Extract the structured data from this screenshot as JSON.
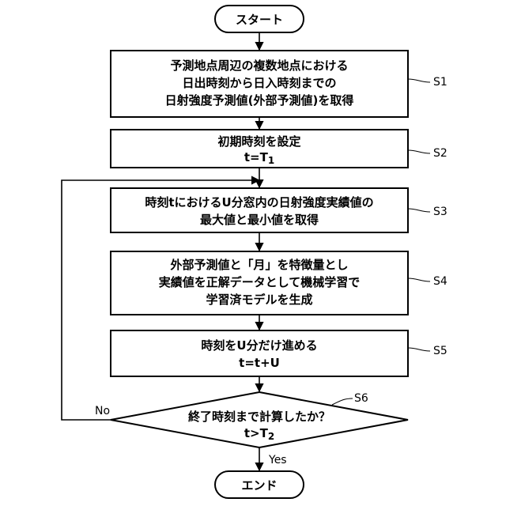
{
  "start": "スタート",
  "end": "エンド",
  "steps": [
    {
      "id": "S1",
      "lines": [
        "予測地点周辺の複数地点における",
        "日出時刻から日入時刻までの",
        "日射強度予測値(外部予測値)を取得"
      ]
    },
    {
      "id": "S2",
      "lines": [
        "初期時刻を設定"
      ],
      "formula_prefix": "t=T",
      "formula_sub": "1"
    },
    {
      "id": "S3",
      "lines": [
        "時刻tにおけるU分窓内の日射強度実績値の",
        "最大値と最小値を取得"
      ]
    },
    {
      "id": "S4",
      "lines": [
        "外部予測値と「月」を特徴量とし",
        "実績値を正解データとして機械学習で",
        "学習済モデルを生成"
      ]
    },
    {
      "id": "S5",
      "lines": [
        "時刻をU分だけ進める"
      ],
      "formula": "t=t+U"
    }
  ],
  "decision": {
    "id": "S6",
    "question": "終了時刻まで計算したか？",
    "formula_prefix": "t>T",
    "formula_sub": "2",
    "no_label": "No",
    "yes_label": "Yes"
  }
}
